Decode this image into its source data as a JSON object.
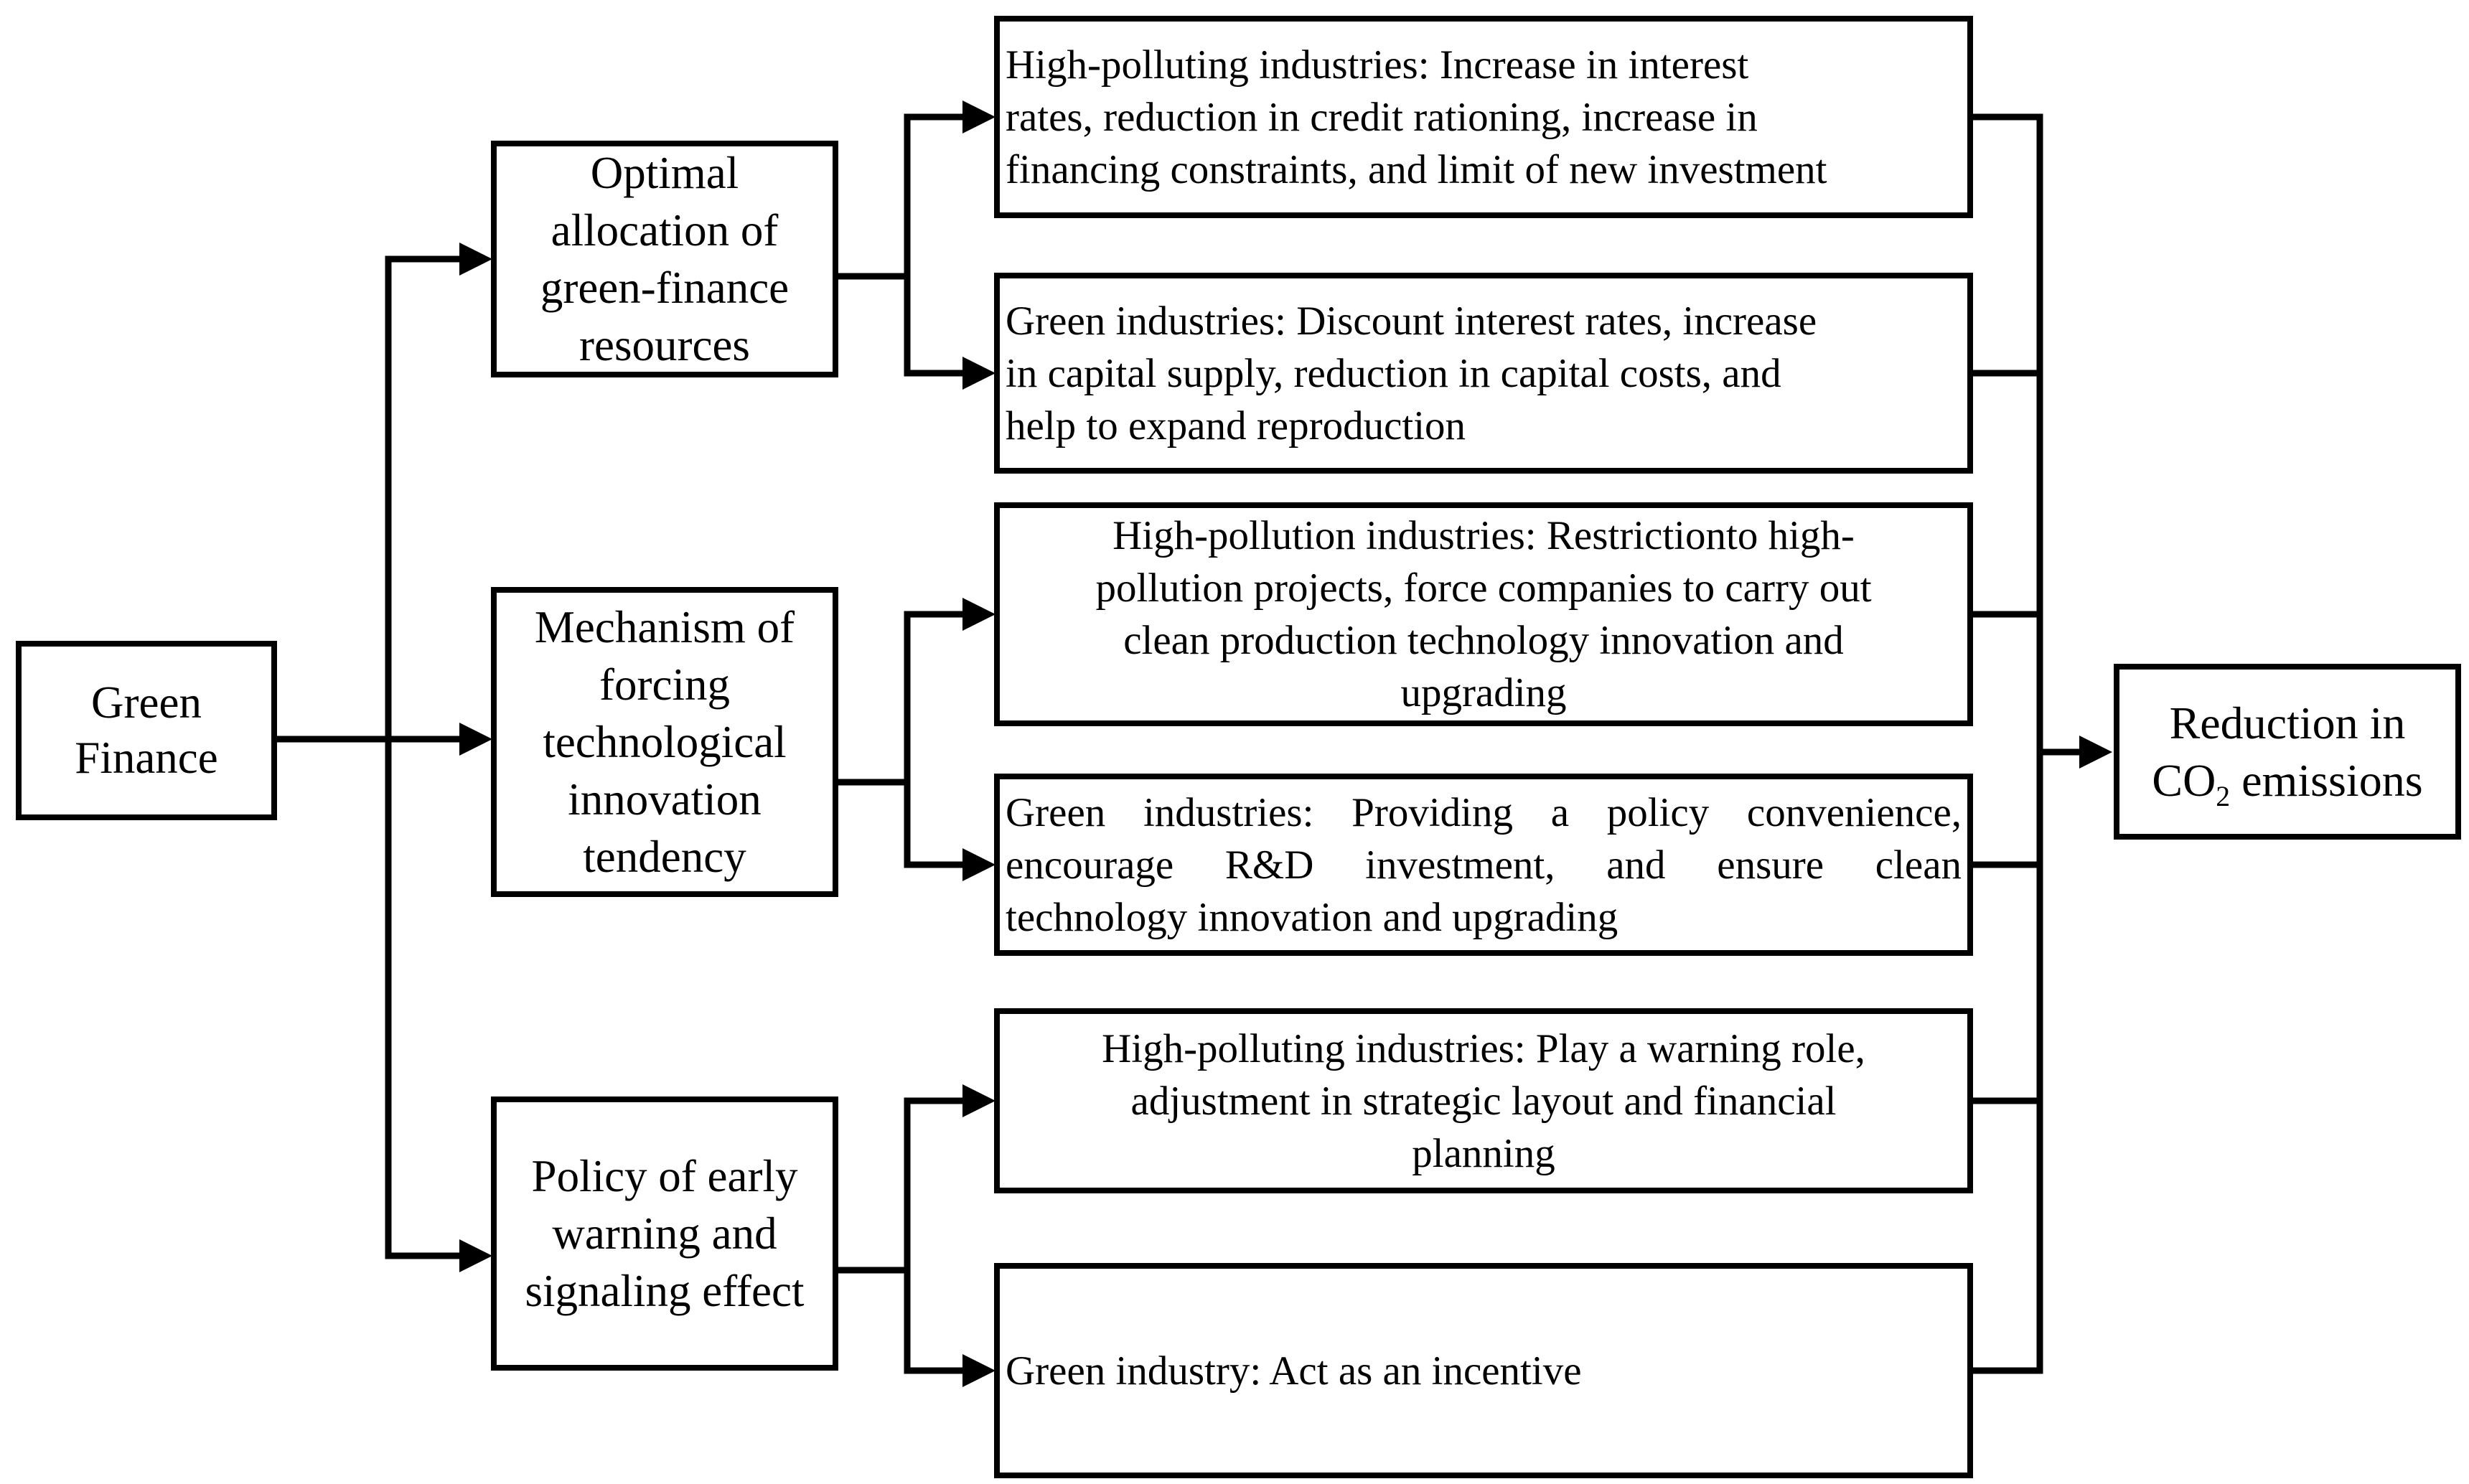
{
  "figure": {
    "description_title": "Green finance to CO2 emission reduction mechanism diagram",
    "source_box": {
      "lines": [
        "Green",
        "Finance"
      ]
    },
    "mechanism_boxes": [
      {
        "id": "optimal-allocation",
        "lines": [
          "Optimal",
          "allocation of",
          "green-finance",
          "resources"
        ]
      },
      {
        "id": "forcing-innovation",
        "lines": [
          "Mechanism of",
          "forcing",
          "technological",
          "innovation",
          "tendency"
        ]
      },
      {
        "id": "early-warning",
        "lines": [
          "Policy of early",
          "warning and",
          "signaling effect"
        ]
      }
    ],
    "outcome_boxes": [
      {
        "id": "allocation-high-polluting",
        "lines": [
          "High-polluting industries: Increase in interest",
          "rates, reduction in credit rationing, increase in",
          "financing constraints, and limit of new investment"
        ]
      },
      {
        "id": "allocation-green",
        "lines": [
          "Green industries: Discount interest rates, increase",
          "in capital supply, reduction in capital costs, and",
          "help to expand reproduction"
        ]
      },
      {
        "id": "innovation-high-pollution",
        "lines": [
          "High-pollution industries: Restrictionto high-",
          "pollution projects, force companies to carry out",
          "clean production technology innovation and",
          "upgrading"
        ]
      },
      {
        "id": "innovation-green",
        "lines": [
          "Green industries: Providing a policy convenience,",
          "encourage R&D investment, and ensure clean",
          "technology innovation and upgrading"
        ]
      },
      {
        "id": "warning-high-polluting",
        "lines": [
          "High-polluting industries: Play a warning role,",
          "adjustment in strategic layout and financial",
          "planning"
        ]
      },
      {
        "id": "warning-green",
        "lines": [
          "Green industry: Act as an incentive"
        ]
      }
    ],
    "sink_box": {
      "line1": "Reduction in",
      "formula_prefix": "CO",
      "formula_subscript": "2",
      "formula_suffix": " emissions"
    }
  },
  "colors": {
    "background": "#ffffff",
    "box_border": "#000000",
    "line": "#000000",
    "text": "#000000"
  }
}
